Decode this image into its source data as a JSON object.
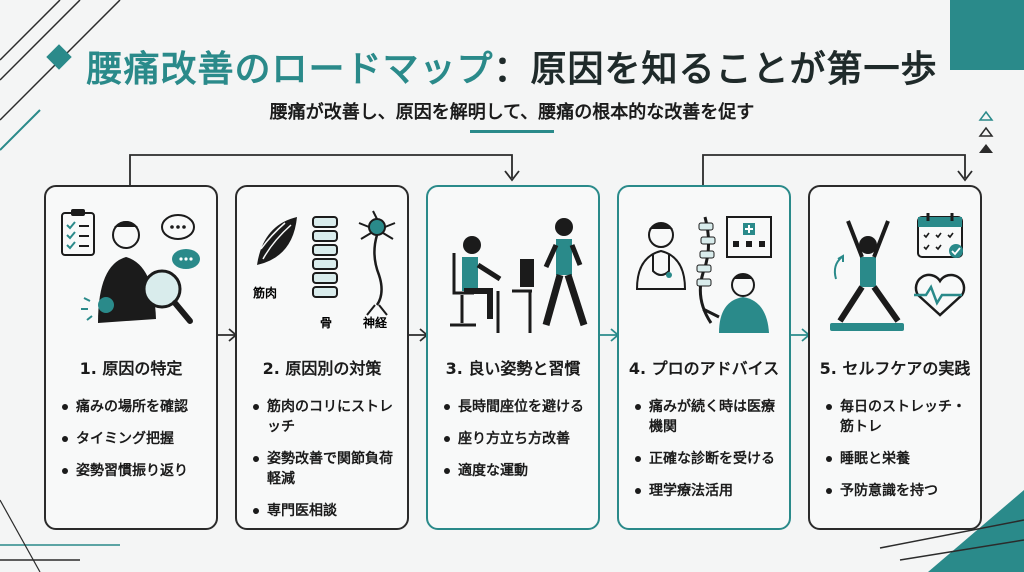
{
  "header": {
    "title_part1": "腰痛改善のロードマップ",
    "title_sep": "：",
    "title_part2": "原因を知ることが第一歩",
    "subtitle": "腰痛が改善し、原因を解明して、腰痛の根本的な改善を促す"
  },
  "colors": {
    "accent": "#2a8a8a",
    "dark": "#1f2a2a",
    "border": "#2b2b2b",
    "background": "#f4f5f5"
  },
  "steps": [
    {
      "title": "1. 原因の特定",
      "icons": [
        "checklist-icon",
        "person-back-pain-icon",
        "magnifier-icon",
        "speech-bubbles-icon"
      ],
      "items": [
        "痛みの場所を確認",
        "タイミング把握",
        "姿勢習慣振り返り"
      ]
    },
    {
      "title": "2. 原因別の対策",
      "icons": [
        "muscle-icon",
        "spine-icon",
        "nerve-icon"
      ],
      "labels": {
        "muscle": "筋肉",
        "bone": "骨",
        "nerve": "神経"
      },
      "items": [
        "筋肉のコリにストレッチ",
        "姿勢改善で関節負荷軽減",
        "専門医相談"
      ]
    },
    {
      "title": "3. 良い姿勢と習慣",
      "icons": [
        "desk-posture-icon",
        "walking-person-icon"
      ],
      "items": [
        "長時間座位を避ける",
        "座り方立ち方改善",
        "適度な運動"
      ]
    },
    {
      "title": "4. プロのアドバイス",
      "icons": [
        "doctor-icon",
        "spine-icon",
        "hospital-icon",
        "patient-icon"
      ],
      "items": [
        "痛みが続く時は医療機関",
        "正確な診断を受ける",
        "理学療法活用"
      ]
    },
    {
      "title": "5. セルフケアの実践",
      "icons": [
        "stretching-person-icon",
        "calendar-icon",
        "heart-rate-icon"
      ],
      "items": [
        "毎日のストレッチ・筋トレ",
        "睡眠と栄養",
        "予防意識を持つ"
      ]
    }
  ]
}
